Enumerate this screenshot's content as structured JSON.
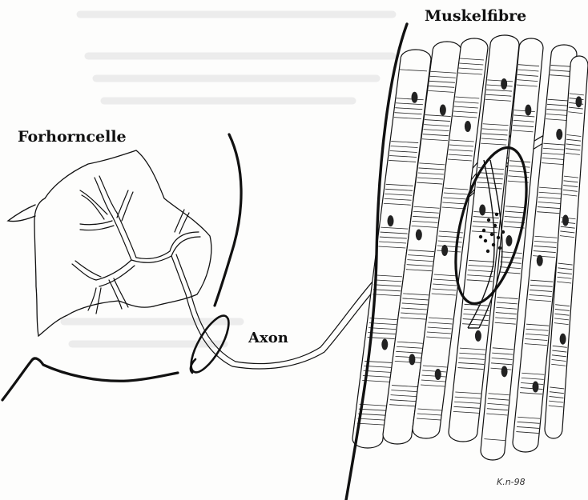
{
  "labels": {
    "forhorncelle": "Forhorncelle",
    "muskelfibre": "Muskelfibre",
    "axon": "Axon"
  },
  "signature": "K.n-98"
}
